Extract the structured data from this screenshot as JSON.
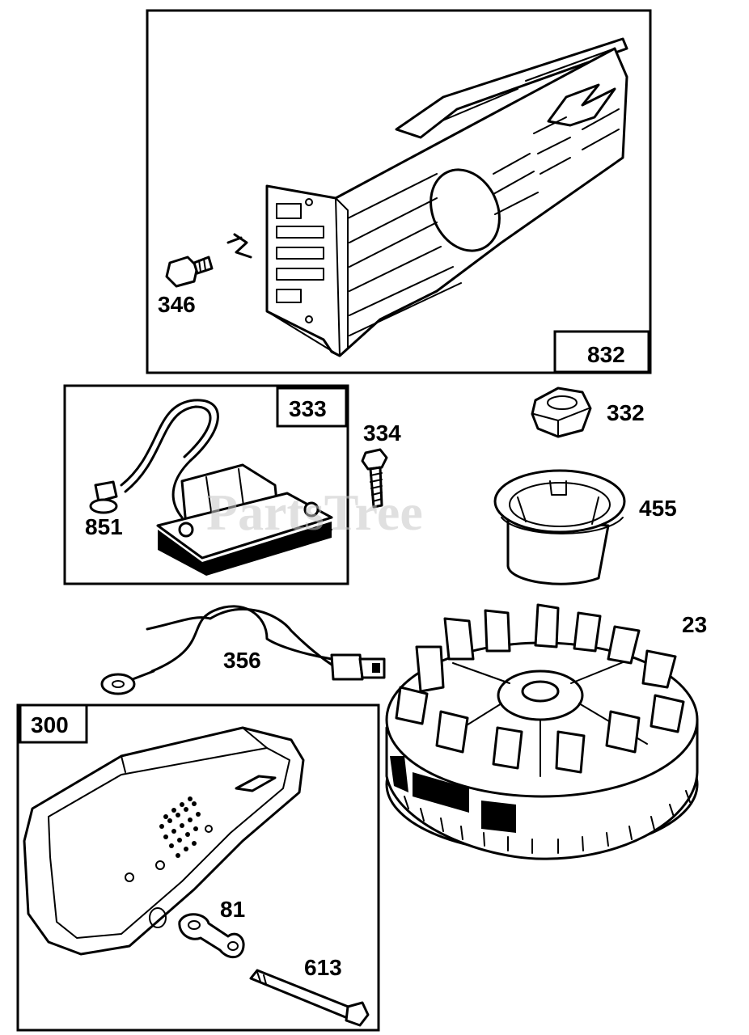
{
  "diagram": {
    "watermark": "PartsTree",
    "boxes": {
      "b832": "832",
      "b333": "333",
      "b300": "300"
    },
    "callouts": {
      "p346": "346",
      "p332": "332",
      "p334": "334",
      "p455": "455",
      "p851": "851",
      "p23": "23",
      "p356": "356",
      "p81": "81",
      "p613": "613"
    }
  }
}
